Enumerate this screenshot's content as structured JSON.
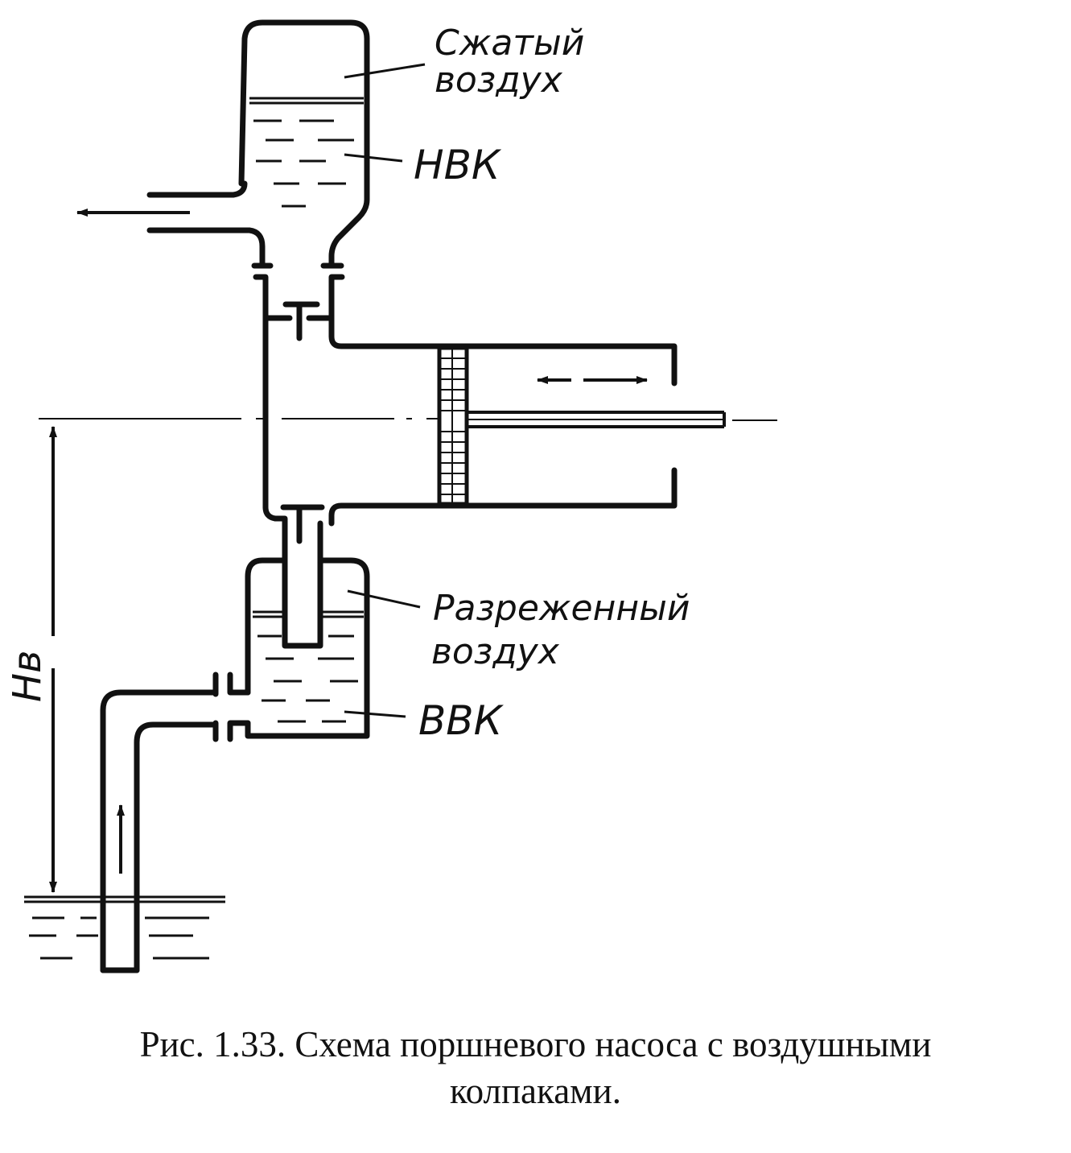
{
  "labels": {
    "compressed_air_1": "Сжатый",
    "compressed_air_2": "воздух",
    "hvk": "НВК",
    "rarefied_air_1": "Разреженный",
    "rarefied_air_2": "воздух",
    "vvk": "ВВК",
    "height": "Нв"
  },
  "caption": {
    "line1": "Рис. 1.33. Схема поршневого насоса с воздушными",
    "line2": "колпаками."
  }
}
